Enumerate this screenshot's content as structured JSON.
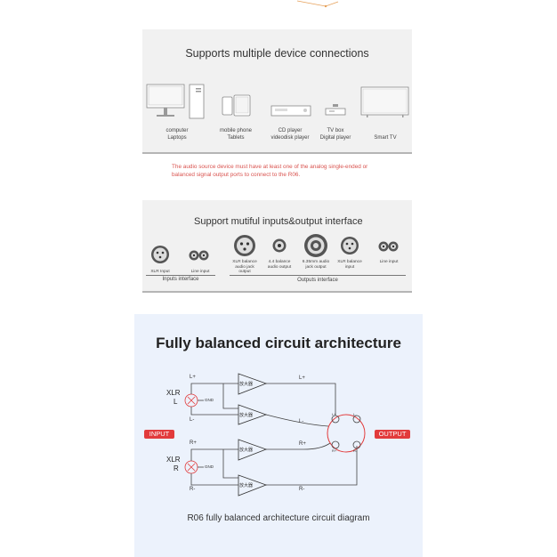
{
  "devices": {
    "title": "Supports multiple device connections",
    "items": [
      {
        "label1": "computer",
        "label2": "Laptops",
        "icon": "computer-icon"
      },
      {
        "label1": "mobile phone",
        "label2": "Tablets",
        "icon": "phone-tablet-icon"
      },
      {
        "label1": "CD player",
        "label2": "videodisk player",
        "icon": "cd-player-icon"
      },
      {
        "label1": "TV box",
        "label2": "Digital player",
        "icon": "tv-box-icon"
      },
      {
        "label1": "",
        "label2": "Smart TV",
        "icon": "smart-tv-icon"
      }
    ]
  },
  "warning": "The audio source device must have at least one of the analog single-ended or balanced signal output ports to connect to the R06.",
  "interfaces": {
    "title": "Support mutiful inputs&output interface",
    "inputs": [
      {
        "label": "XLR Input"
      },
      {
        "label": "Line input"
      }
    ],
    "outputs": [
      {
        "label1": "XLR balance",
        "label2": "audio jack",
        "label3": "output"
      },
      {
        "label1": "4.4 balance",
        "label2": "audio output",
        "label3": ""
      },
      {
        "label1": "6.35mm audio",
        "label2": "jack output",
        "label3": ""
      },
      {
        "label1": "XLR balance",
        "label2": "input",
        "label3": ""
      },
      {
        "label1": "Line input",
        "label2": "",
        "label3": ""
      }
    ],
    "inputs_group": "Inputs interface",
    "outputs_group": "Outputs interface"
  },
  "diagram": {
    "title": "Fully balanced circuit architecture",
    "input_badge": "INPUT",
    "output_badge": "OUTPUT",
    "xlr_top": "XLR",
    "xlr_top_ch": "L",
    "xlr_bottom": "XLR",
    "xlr_bottom_ch": "R",
    "gnd": "GND",
    "amp": "放大器",
    "l_plus": "L+",
    "l_minus": "L-",
    "r_plus": "R+",
    "r_minus": "R-",
    "caption": "R06 fully balanced architecture circuit diagram",
    "accent": "#e23b3b"
  }
}
